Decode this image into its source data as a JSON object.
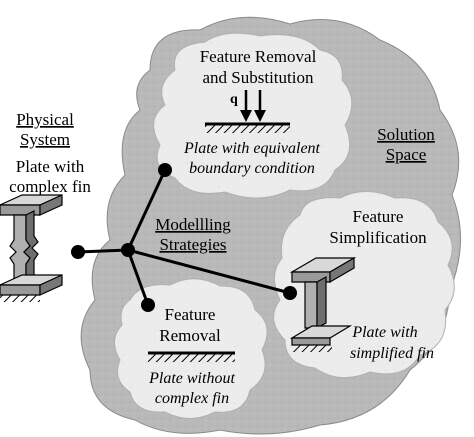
{
  "physical_system": {
    "heading_line1": "Physical",
    "heading_line2": "System",
    "caption_line1": "Plate with",
    "caption_line2": "complex fin"
  },
  "solution_space": {
    "label_line1": "Solution",
    "label_line2": "Space"
  },
  "modelling_strategies": {
    "label_line1": "Modellling",
    "label_line2": "Strategies"
  },
  "feature_removal_substitution": {
    "title_line1": "Feature Removal",
    "title_line2": "and Substitution",
    "load_symbol": "q",
    "caption_line1": "Plate with equivalent",
    "caption_line2": "boundary condition"
  },
  "feature_simplification": {
    "title_line1": "Feature",
    "title_line2": "Simplification",
    "caption_line1": "Plate with",
    "caption_line2": "simplified fin"
  },
  "feature_removal": {
    "title_line1": "Feature",
    "title_line2": "Removal",
    "caption_line1": "Plate without",
    "caption_line2": "complex fin"
  },
  "colors": {
    "solution_space_fill": "#b9b9b9",
    "sub_cloud_fill": "#ececec",
    "ink": "#000000"
  }
}
